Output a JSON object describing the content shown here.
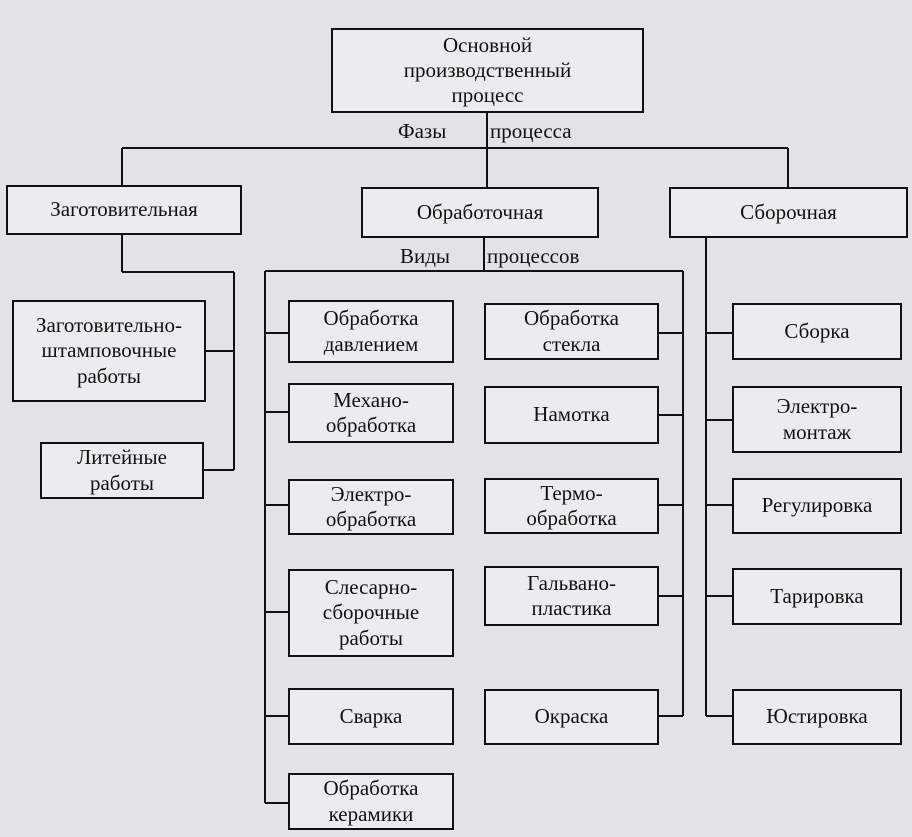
{
  "root": "Основной производственный процесс",
  "labels": {
    "phases_left": "Фазы",
    "phases_right": "процесса",
    "kinds_left": "Виды",
    "kinds_right": "процессов"
  },
  "phases": {
    "prep": "Заготовительная",
    "proc": "Обработочная",
    "assy": "Сборочная"
  },
  "prep_items": [
    "Заготовительно-штамповочные работы",
    "Литейные работы"
  ],
  "proc_left": [
    "Обработка давлением",
    "Механо-обработка",
    "Электро-обработка",
    "Слесарно-сборочные работы",
    "Сварка",
    "Обработка керамики"
  ],
  "proc_right": [
    "Обработка стекла",
    "Намотка",
    "Термо-обработка",
    "Гальвано-пластика",
    "Окраска"
  ],
  "assy_items": [
    "Сборка",
    "Электро-монтаж",
    "Регулировка",
    "Тарировка",
    "Юстировка"
  ]
}
